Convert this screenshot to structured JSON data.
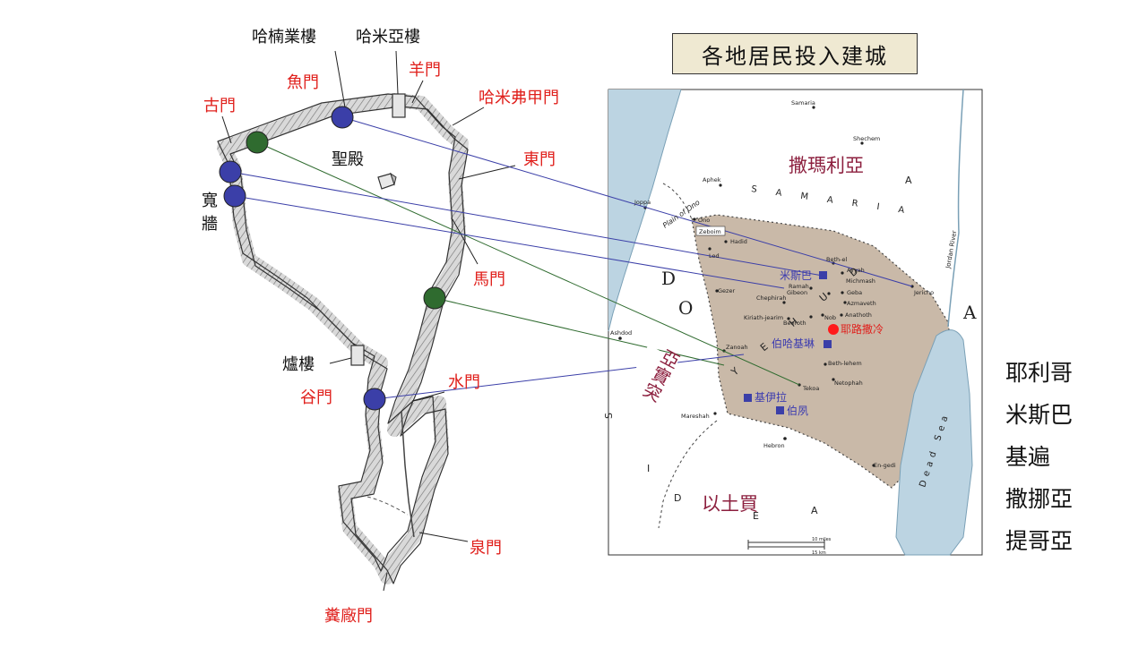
{
  "title": "各地居民投入建城",
  "wall_labels": {
    "hananel_tower": "哈楠業樓",
    "hundred_tower": "哈米亞樓",
    "sheep_gate": "羊門",
    "fish_gate": "魚門",
    "old_gate": "古門",
    "muster_gate": "哈米弗甲門",
    "temple": "聖殿",
    "east_gate": "東門",
    "broad_wall": "寬牆",
    "horse_gate": "馬門",
    "furnace_tower": "爐樓",
    "valley_gate": "谷門",
    "water_gate": "水門",
    "fountain_gate": "泉門",
    "dung_gate": "糞廠門"
  },
  "map": {
    "regions": {
      "samaria_cn": "撒瑪利亞",
      "samaria_en": "S A M A R I A",
      "ashdod_cn": "亞實突",
      "edom_cn": "以土買",
      "yehud": "Y E H U D",
      "dead_sea": "Dead Sea",
      "jordan": "Jordan River",
      "plain_of_ono": "Plain of Ono"
    },
    "highlighted": {
      "mizpah": "米斯巴",
      "jerusalem": "耶路撒冷",
      "beth_haccherem": "伯哈基琳",
      "keilah": "基伊拉",
      "bethzur": "伯夙"
    },
    "places": {
      "samaria": "Samaria",
      "shechem": "Shechem",
      "aphek": "Aphek",
      "joppa": "Joppa",
      "ono": "Ono",
      "zeboim": "Zeboim",
      "hadid": "Hadid",
      "lod": "Lod",
      "bethel": "Beth-el",
      "ai": "Ayyah",
      "michmash": "Michmash",
      "gezer": "Gezer",
      "ramah": "Ramah",
      "chephirah": "Chephirah",
      "gibeon": "Gibeon",
      "geba": "Geba",
      "azmaveth": "Azmaveth",
      "jericho": "Jericho",
      "kiriath": "Kiriath-jearim",
      "beeroth": "Beeroth",
      "nob": "Nob",
      "anathoth": "Anathoth",
      "ashdod": "Ashdod",
      "zanoah": "Zanoah",
      "bethlehem": "Beth-lehem",
      "tekoa": "Tekoa",
      "netophah": "Netophah",
      "mareshah": "Mareshah",
      "hebron": "Hebron",
      "engedi": "En-gedi"
    },
    "scale": {
      "miles": "10 miles",
      "km": "15 km"
    }
  },
  "city_list": [
    "耶利哥",
    "米斯巴",
    "基遍",
    "撒挪亞",
    "提哥亞"
  ],
  "colors": {
    "red_label": "#e0201c",
    "blue_marker": "#3b3fa8",
    "green_marker": "#2f6b2f",
    "yehud_fill": "#c9b9a8",
    "sea": "#bcd4e2",
    "title_bg": "#efe9d2",
    "region_label": "#8c1f3e",
    "highlight_label": "#3a3ab0"
  }
}
